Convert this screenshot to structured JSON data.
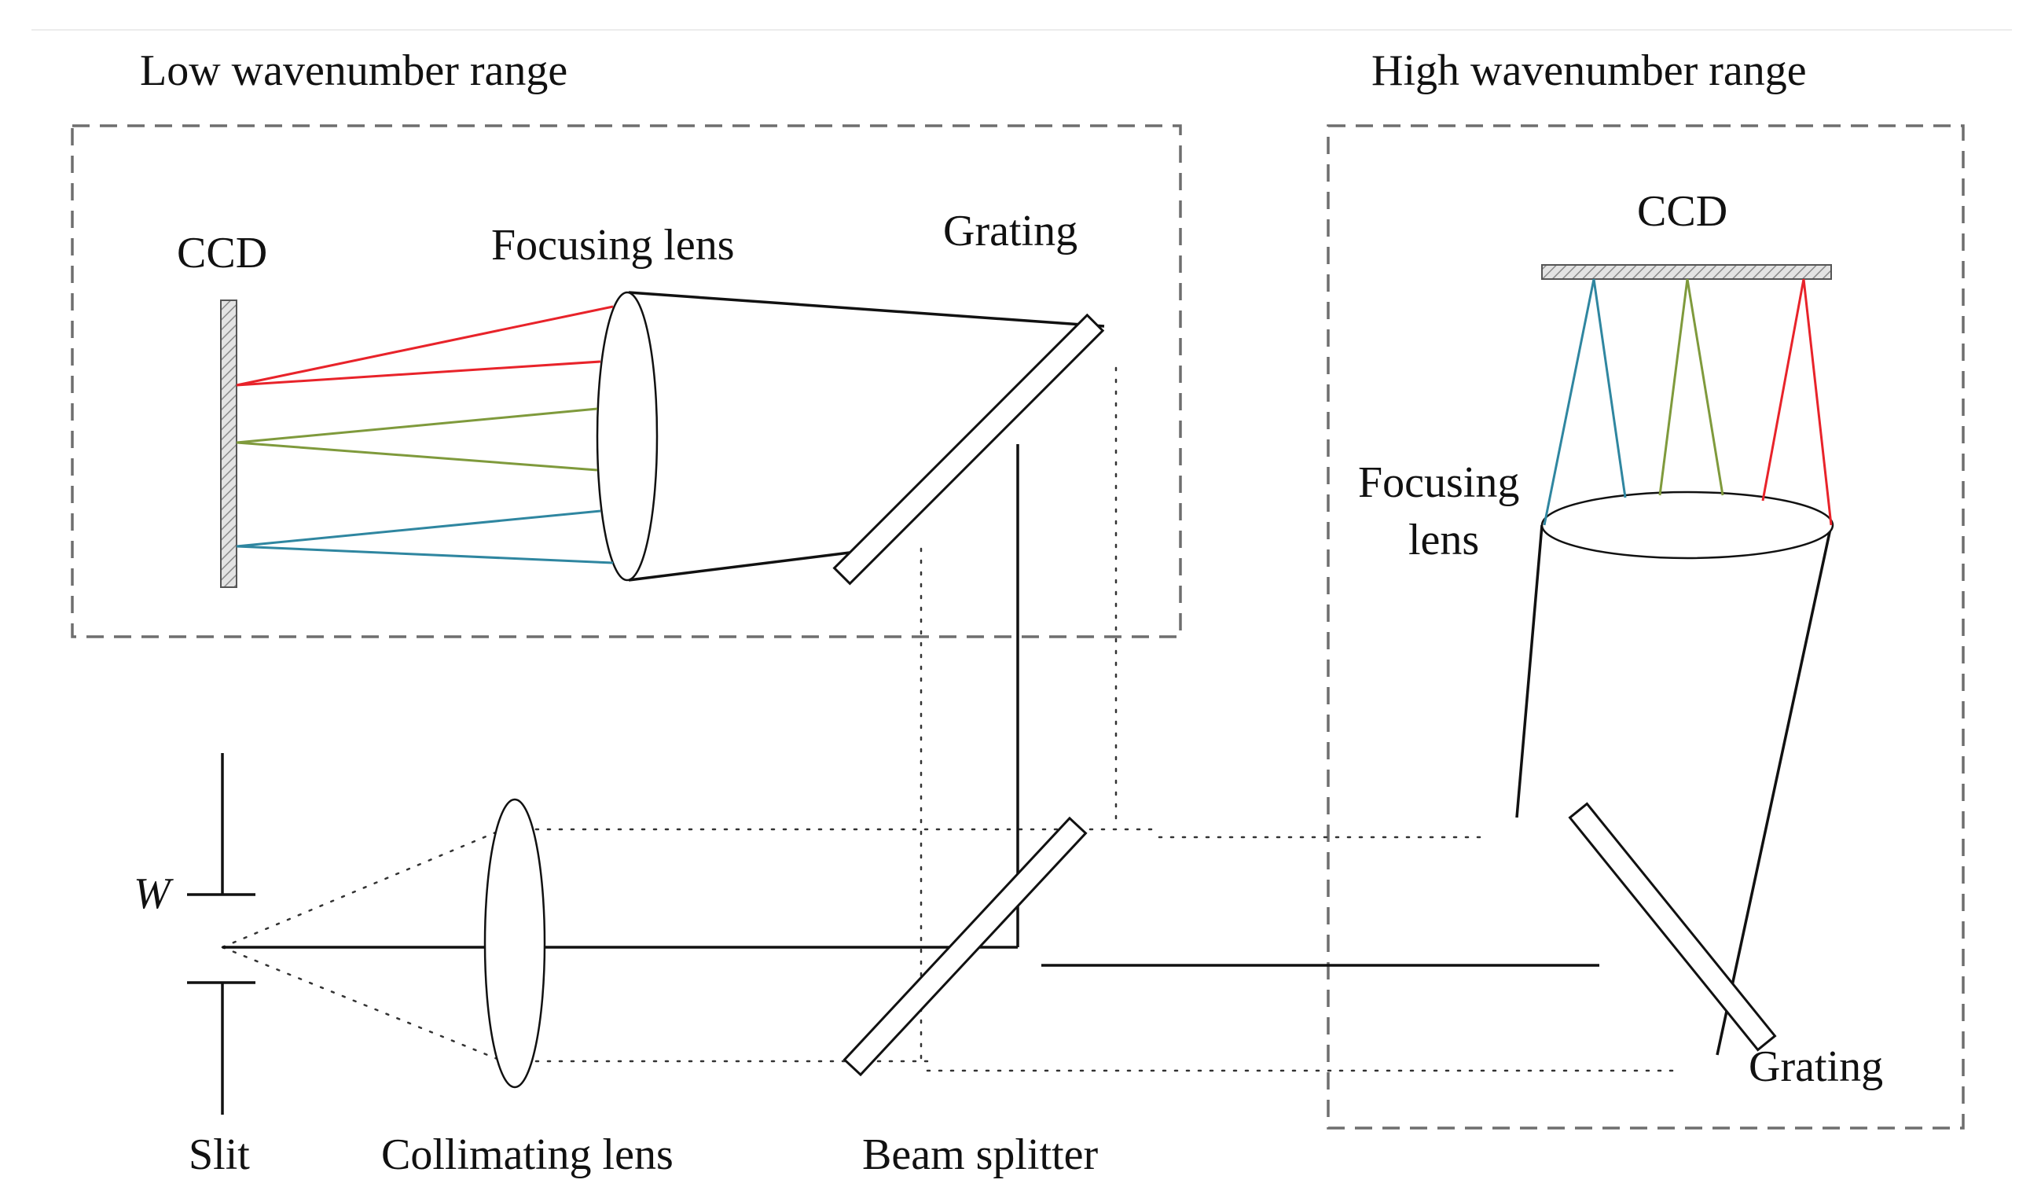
{
  "labels": {
    "low_range": "Low wavenumber range",
    "high_range": "High wavenumber range",
    "ccd_low": "CCD",
    "ccd_high": "CCD",
    "focusing_lens_low": "Focusing lens",
    "focusing_lens_high_line1": "Focusing",
    "focusing_lens_high_line2": "lens",
    "grating_low": "Grating",
    "grating_high": "Grating",
    "slit_width": "W",
    "slit": "Slit",
    "collimating_lens": "Collimating lens",
    "beam_splitter": "Beam splitter"
  },
  "colors": {
    "ray_red": "#e8232a",
    "ray_green": "#7f9a3c",
    "ray_blue": "#2f86a0",
    "detector_hatch": "#9a9a9a",
    "box_border": "#6e6e6e"
  }
}
